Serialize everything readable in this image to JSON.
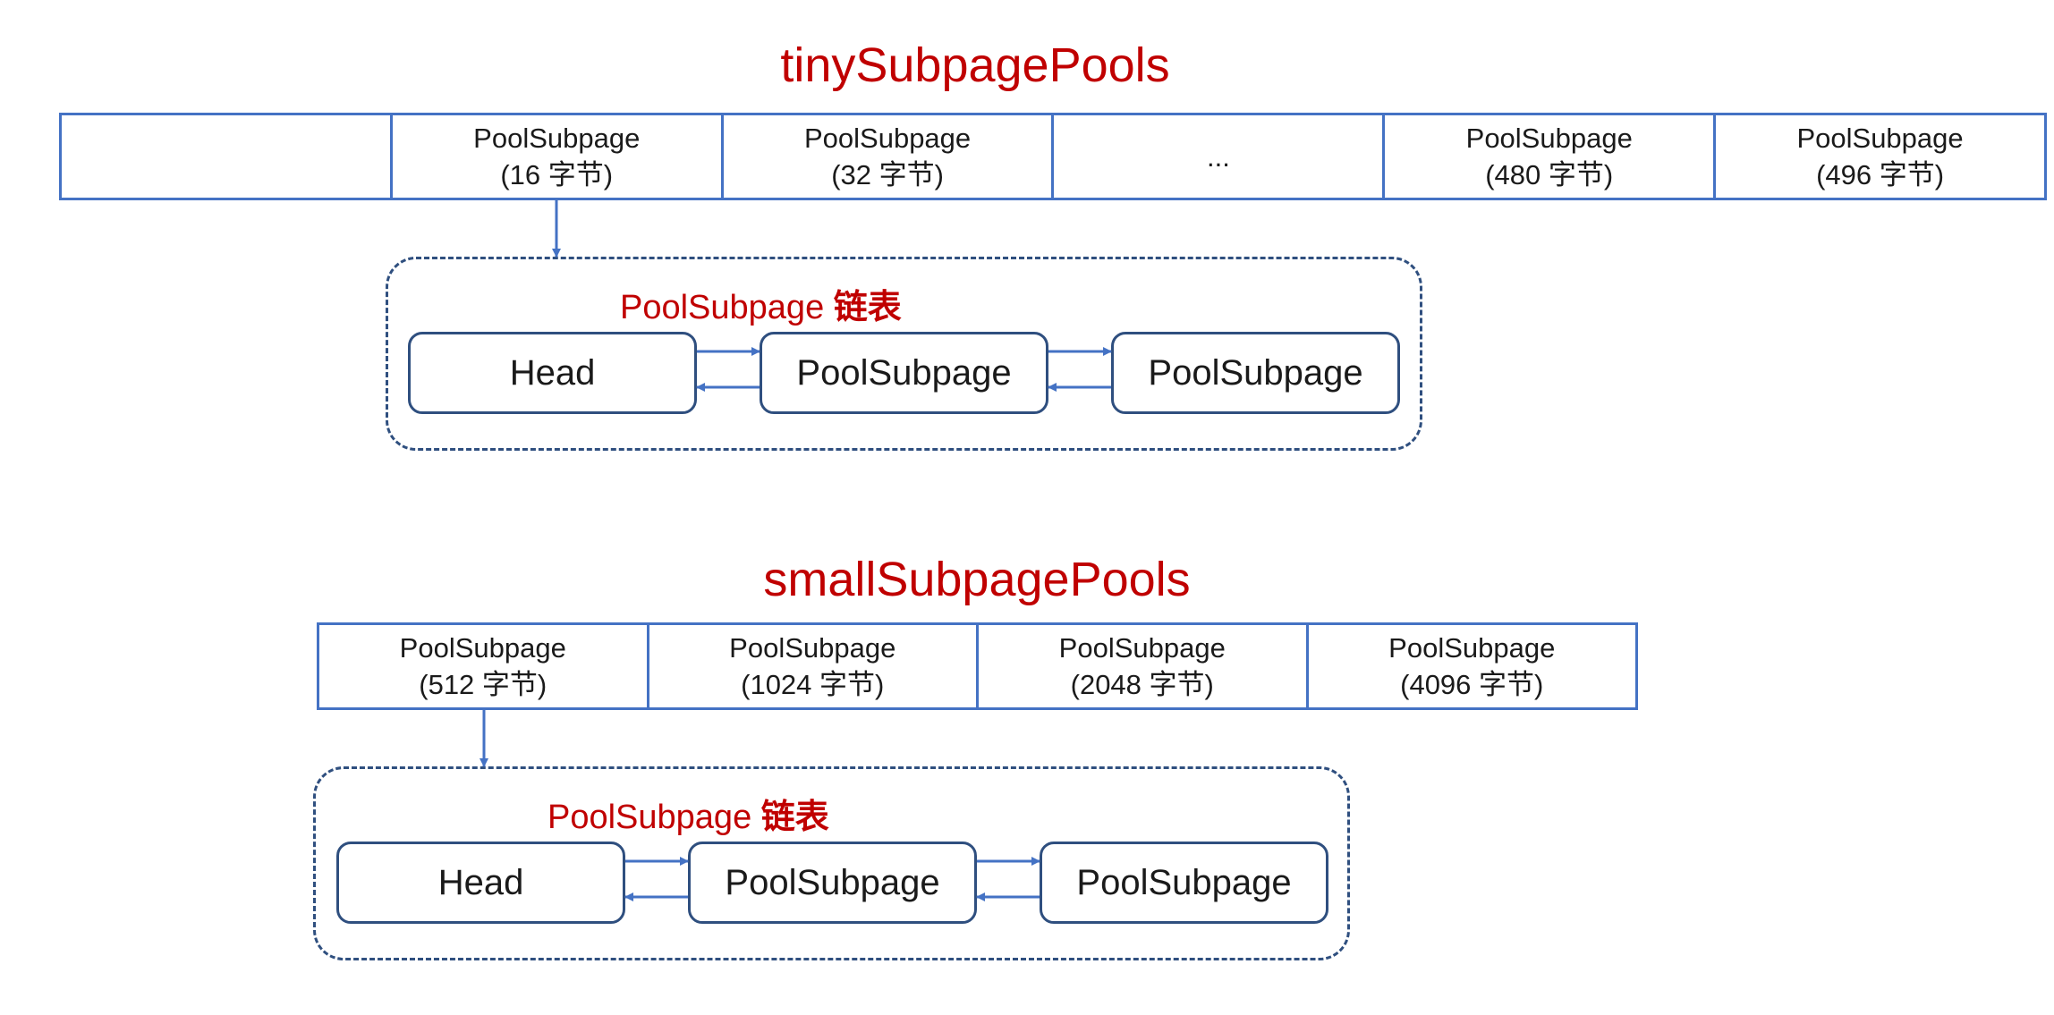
{
  "colors": {
    "title": "#c00000",
    "border": "#4472c4",
    "node_border": "#2f4f7f",
    "arrow": "#4472c4"
  },
  "tiny": {
    "title": "tinySubpagePools",
    "cells": [
      {
        "line1": "",
        "line2": ""
      },
      {
        "line1": "PoolSubpage",
        "line2": "(16 字节)"
      },
      {
        "line1": "PoolSubpage",
        "line2": "(32 字节)"
      },
      {
        "line1": "...",
        "line2": ""
      },
      {
        "line1": "PoolSubpage",
        "line2": "(480 字节)"
      },
      {
        "line1": "PoolSubpage",
        "line2": "(496 字节)"
      }
    ],
    "list": {
      "label_prefix": "PoolSubpage ",
      "label_suffix": "链表",
      "nodes": [
        "Head",
        "PoolSubpage",
        "PoolSubpage"
      ]
    }
  },
  "small": {
    "title": "smallSubpagePools",
    "cells": [
      {
        "line1": "PoolSubpage",
        "line2": "(512 字节)"
      },
      {
        "line1": "PoolSubpage",
        "line2": "(1024 字节)"
      },
      {
        "line1": "PoolSubpage",
        "line2": "(2048 字节)"
      },
      {
        "line1": "PoolSubpage",
        "line2": "(4096 字节)"
      }
    ],
    "list": {
      "label_prefix": "PoolSubpage ",
      "label_suffix": "链表",
      "nodes": [
        "Head",
        "PoolSubpage",
        "PoolSubpage"
      ]
    }
  }
}
